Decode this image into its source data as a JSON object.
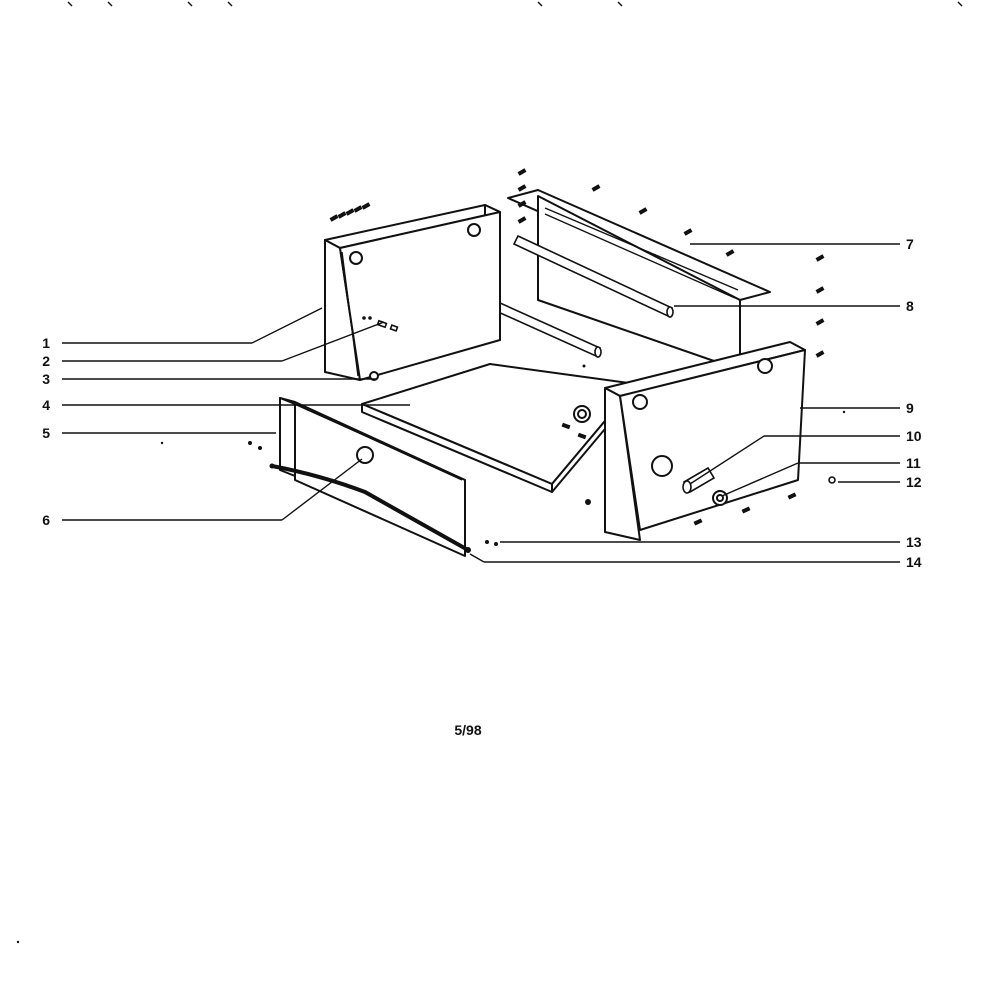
{
  "diagram": {
    "callouts": {
      "c1": "1",
      "c2": "2",
      "c3": "3",
      "c4": "4",
      "c5": "5",
      "c6": "6",
      "c7": "7",
      "c8": "8",
      "c9": "9",
      "c10": "10",
      "c11": "11",
      "c12": "12",
      "c13": "13",
      "c14": "14"
    },
    "footer_code": "5/98"
  }
}
